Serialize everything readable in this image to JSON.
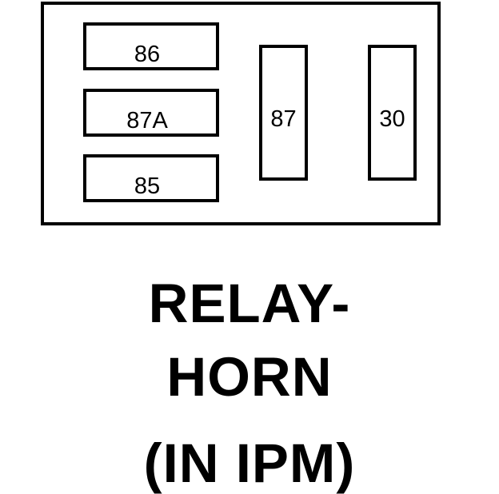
{
  "relay": {
    "pins": {
      "p86": "86",
      "p87a": "87A",
      "p85": "85",
      "p87": "87",
      "p30": "30"
    }
  },
  "caption": {
    "line1": "RELAY-",
    "line2": "HORN",
    "line3": "(IN IPM)"
  }
}
